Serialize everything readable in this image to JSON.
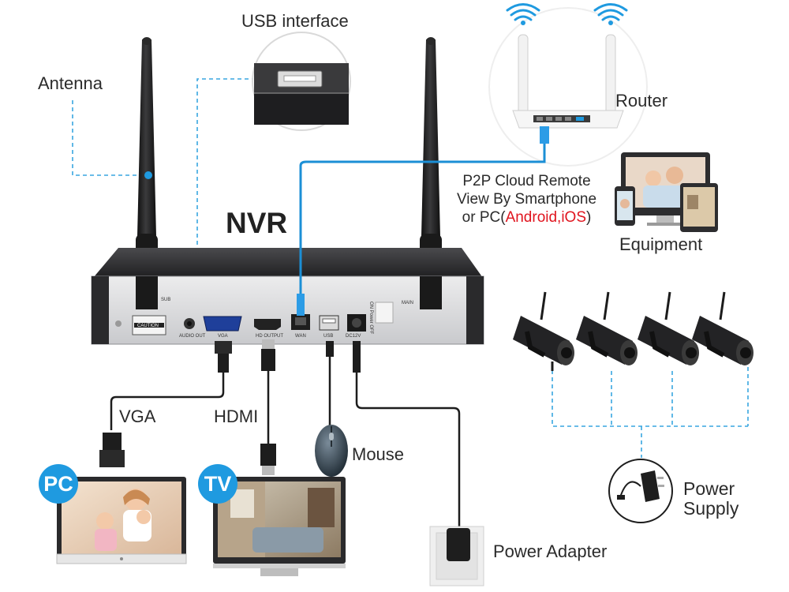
{
  "labels": {
    "usb_interface": "USB interface",
    "antenna": "Antenna",
    "router": "Router",
    "nvr": "NVR",
    "p2p_line1": "P2P Cloud Remote",
    "p2p_line2": "View By Smartphone",
    "p2p_line3_prefix": "or PC(",
    "p2p_line3_highlight": "Android,iOS",
    "p2p_line3_suffix": ")",
    "equipment": "Equipment",
    "vga": "VGA",
    "hdmi": "HDMI",
    "mouse": "Mouse",
    "power_supply_line1": "Power",
    "power_supply_line2": "Supply",
    "power_adapter": "Power Adapter",
    "pc_badge": "PC",
    "tv_badge": "TV"
  },
  "panel_text": {
    "sub": "SUB",
    "main": "MAIN",
    "caution": "CAUTION",
    "audio_out": "AUDIO OUT",
    "vga": "VGA",
    "hd_output": "HD OUTPUT",
    "wan": "WAN",
    "usb": "USB",
    "dc12v": "DC12V",
    "on_power_off": "ON Power OFF"
  },
  "colors": {
    "accent_blue": "#1f9ae0",
    "cable_blue": "#1b8fd6",
    "highlight_red": "#e0141e",
    "nvr_body": "#2a2a2c",
    "panel_silver": "#d9dadc"
  }
}
